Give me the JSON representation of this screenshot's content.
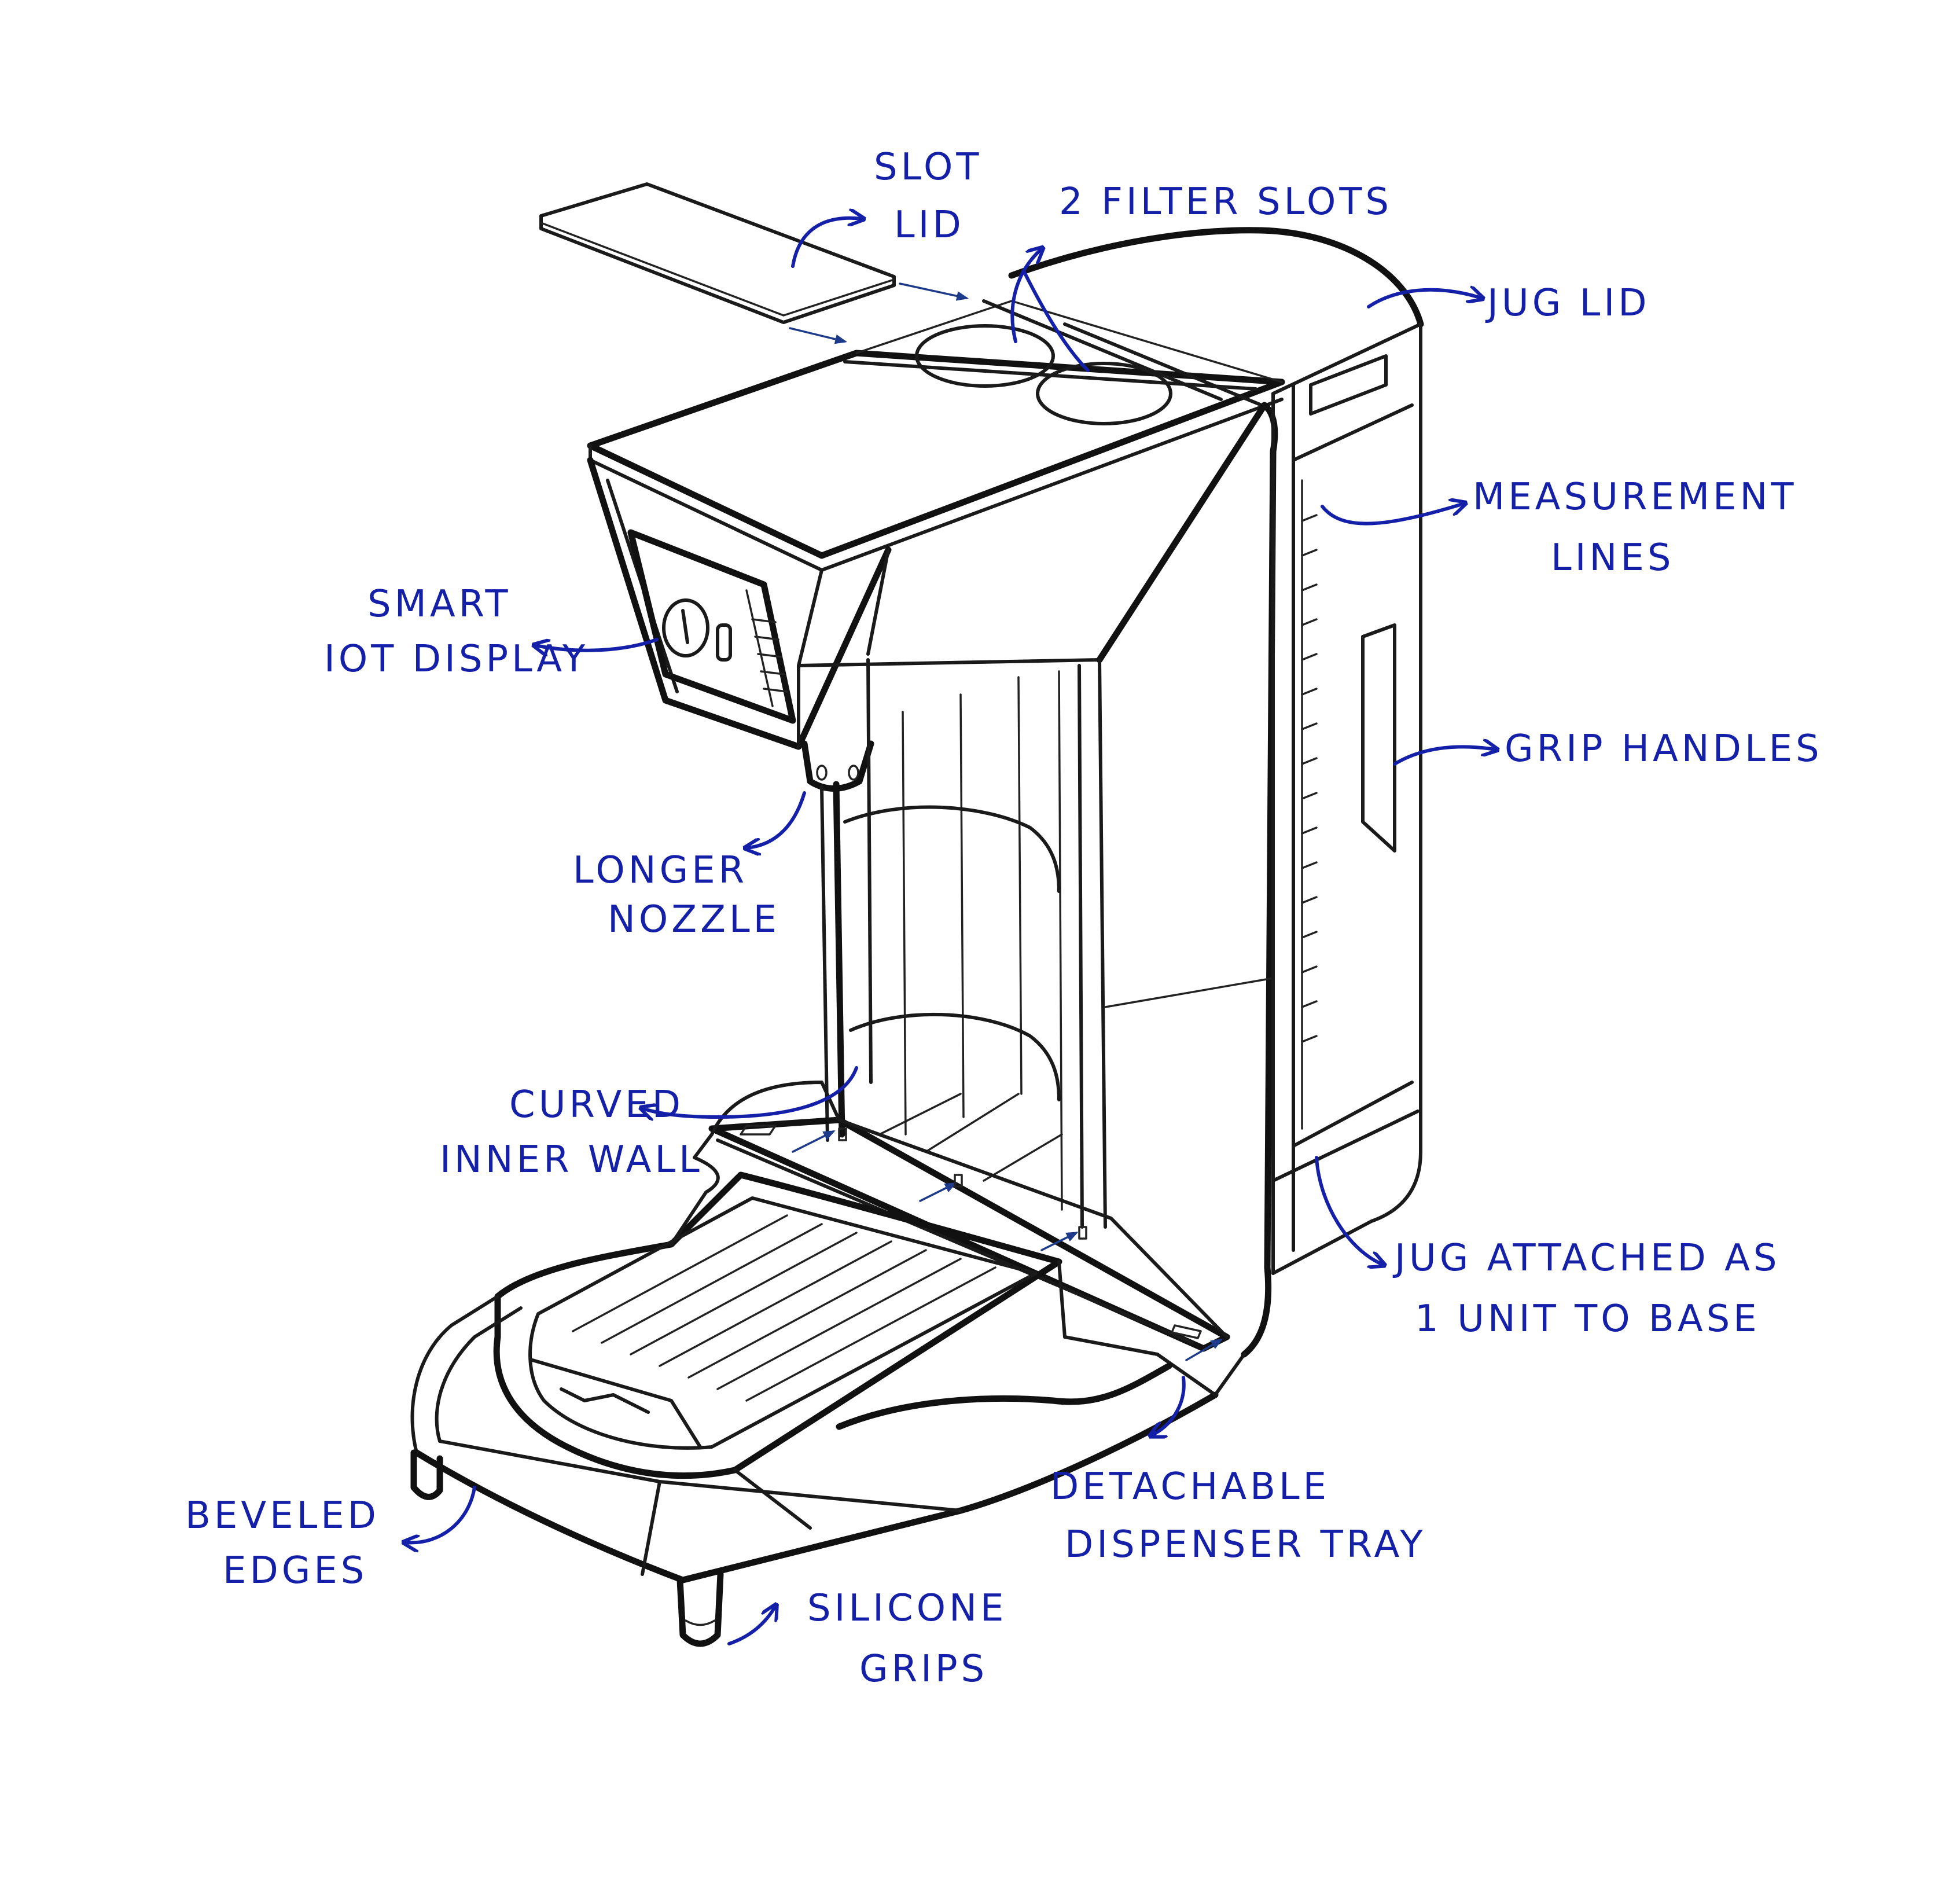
{
  "diagram": {
    "labels": {
      "slot_lid": [
        "SLOT",
        "LID"
      ],
      "filter_slots": [
        "2 FILTER SLOTS"
      ],
      "jug_lid": [
        "JUG LID"
      ],
      "measurement_lines": [
        "MEASUREMENT",
        "LINES"
      ],
      "grip_handles": [
        "GRIP HANDLES"
      ],
      "smart_display": [
        "SMART",
        "IOT DISPLAY"
      ],
      "longer_nozzle": [
        "LONGER",
        "NOZZLE"
      ],
      "curved_inner_wall": [
        "CURVED",
        "INNER WALL"
      ],
      "jug_attached": [
        "JUG ATTACHED AS",
        "1 UNIT TO BASE"
      ],
      "dispenser_tray": [
        "DETACHABLE",
        "DISPENSER TRAY"
      ],
      "beveled_edges": [
        "BEVELED",
        "EDGES"
      ],
      "silicone_grips": [
        "SILICONE",
        "GRIPS"
      ]
    },
    "colors": {
      "ink": "#1a1a1a",
      "annotation": "#1420a8",
      "paper": "#ffffff"
    }
  }
}
